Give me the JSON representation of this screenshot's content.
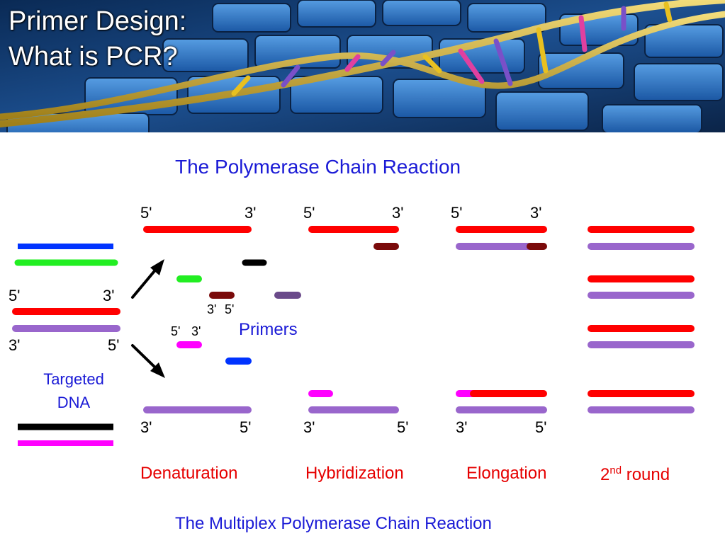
{
  "header": {
    "title_line1": "Primer Design:",
    "title_line2": "What is PCR?"
  },
  "diagram": {
    "title": "The Polymerase Chain Reaction",
    "footer": "The Multiplex Polymerase Chain Reaction",
    "target_label_line1": "Targeted",
    "target_label_line2": "DNA",
    "primers_label": "Primers",
    "steps": {
      "denaturation": "Denaturation",
      "hybridization": "Hybridization",
      "elongation": "Elongation",
      "round_number": "2",
      "round_sup": "nd",
      "round_word": "round"
    },
    "end_labels": {
      "five_prime": "5'",
      "three_prime": "3'"
    }
  },
  "colors": {
    "red_strand": "#ff0000",
    "purple_strand": "#9966cc",
    "blue_strand": "#0033ff",
    "green_strand": "#22ee22",
    "black_strand": "#000000",
    "magenta_strand": "#ff00ff",
    "dark_red_primer": "#7a0a0a",
    "dark_purple_primer": "#6a4a8a",
    "title_blue": "#1a1ad6",
    "step_red": "#e60000"
  }
}
